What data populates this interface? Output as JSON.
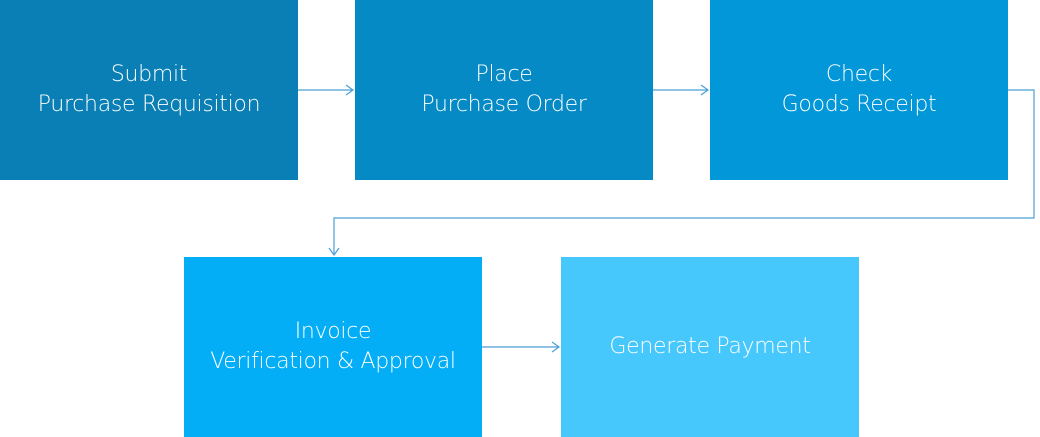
{
  "steps": [
    {
      "line1": "Submit",
      "line2": "Purchase Requisition",
      "color": "#0a7fb5"
    },
    {
      "line1": "Place",
      "line2": "Purchase Order",
      "color": "#058ac6"
    },
    {
      "line1": "Check",
      "line2": "Goods Receipt",
      "color": "#0197d8"
    },
    {
      "line1": "Invoice",
      "line2": "Verification & Approval",
      "color": "#03aef6"
    },
    {
      "line1": "Generate Payment",
      "line2": "",
      "color": "#47c8fd"
    }
  ],
  "connector_color": "#4a9fd8"
}
